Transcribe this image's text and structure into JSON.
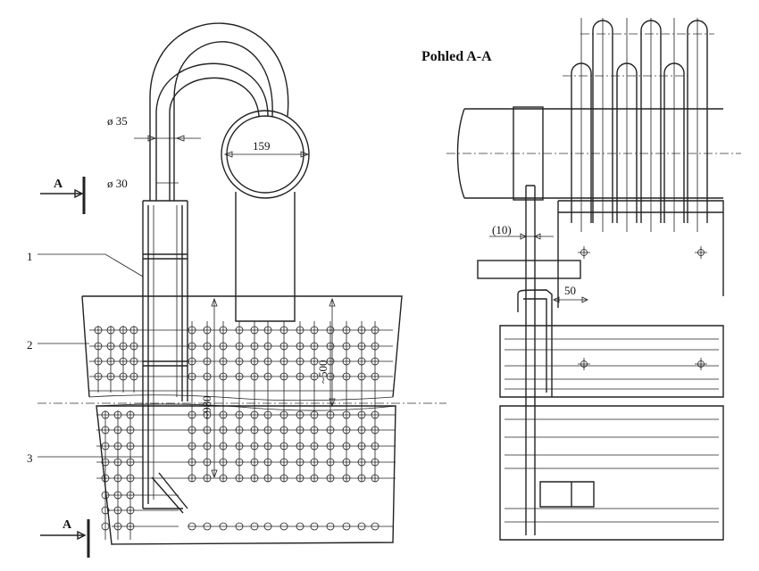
{
  "view_title": "Pohled A-A",
  "section_mark": "A",
  "labels": {
    "d35": "ø 35",
    "d30": "ø 30",
    "d159": "159",
    "dim500": "~500",
    "dim980": "~980",
    "dim10": "(10)",
    "dim50": "50"
  },
  "callouts": [
    "1",
    "2",
    "3"
  ]
}
